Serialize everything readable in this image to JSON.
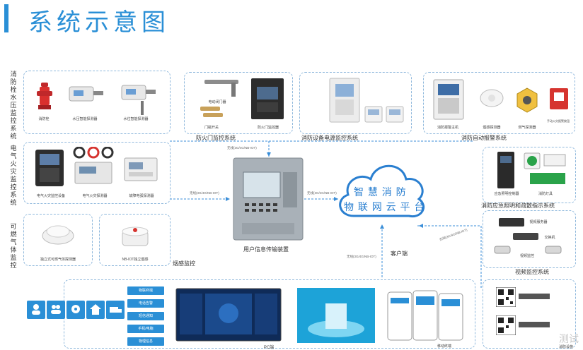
{
  "title": "系统示意图",
  "groups": {
    "hydrant": "消防栓水压监控系统",
    "electric": "电气火灾监控系统",
    "gas": "可燃气体监控",
    "smoke": "烟感监控",
    "firedoor": "防火门监控系统",
    "power": "消防设备电源监控系统",
    "alarm": "消防自动报警系统",
    "lighting": "消防应急照明和疏散指示系统",
    "video": "视频监控系统",
    "client": "客户端"
  },
  "devices": {
    "hydrant": [
      "消防栓",
      "水压智能探测器",
      "水位智能探测器"
    ],
    "electric": [
      "电气火灾监控设备",
      "电气火灾探测器",
      "故障电弧探测器"
    ],
    "gas": [
      "独立式可燃气体探测器"
    ],
    "smoke": [
      "NB-IOT独立烟感"
    ],
    "firedoor": [
      "电动闭门器",
      "门磁开关",
      "防火门监控器"
    ],
    "power": [],
    "alarm": [
      "消防报警主机",
      "烟感探测器",
      "燃气探测器",
      "手动火灾报警按钮"
    ],
    "lighting": [
      "应急照明控制器",
      "消防灯具"
    ],
    "video": [
      "视频服务器",
      "交换机",
      "视频监控"
    ]
  },
  "hub": "用户信息传输装置",
  "cloud": [
    "智 慧 消 防",
    "物 联 网 云 平 台"
  ],
  "protocols": {
    "p1": "无线(3G/4G/NB-IOT)",
    "p2": "无线(3G/4G/NB-IOT)",
    "p3": "无线(3G/4G/NB-IOT)",
    "p4": "无线(3G/4G/NB-IOT)",
    "p5": "无线(3G/4G/NB-IOT)"
  },
  "client_menu": [
    "物联终端",
    "电话告警",
    "短信通知",
    "手机/电脑",
    "物理信息"
  ],
  "client_tiles": [
    "",
    "",
    "",
    "",
    ""
  ],
  "client_caps": {
    "pc": "PC端",
    "mobile": "移动终端",
    "partial": "消防设施"
  },
  "corner": "测试"
}
